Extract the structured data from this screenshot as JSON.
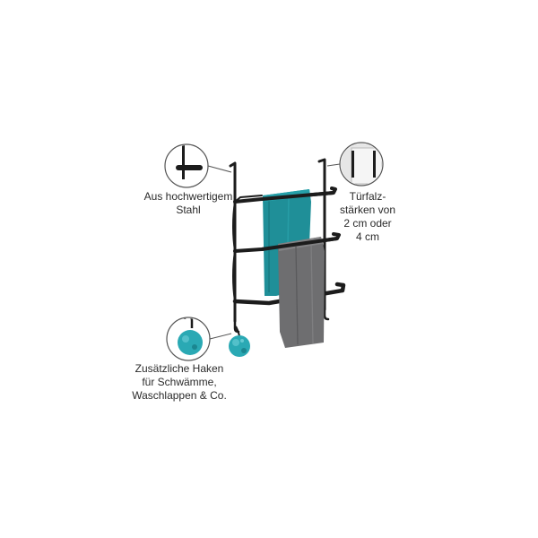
{
  "callouts": {
    "steel": {
      "lines": [
        "Aus hochwertigem",
        "Stahl"
      ]
    },
    "door": {
      "lines": [
        "Türfalz-",
        "stärken von",
        "2 cm oder",
        "4 cm"
      ]
    },
    "hooks": {
      "lines": [
        "Zusätzliche Haken",
        "für Schwämme,",
        "Waschlappen & Co."
      ]
    }
  },
  "colors": {
    "rack": "#1c1c1c",
    "towel_teal": "#1f8f98",
    "towel_grey": "#6e6e70",
    "sponge": "#2aa9b4",
    "callout_ring": "#555555"
  }
}
